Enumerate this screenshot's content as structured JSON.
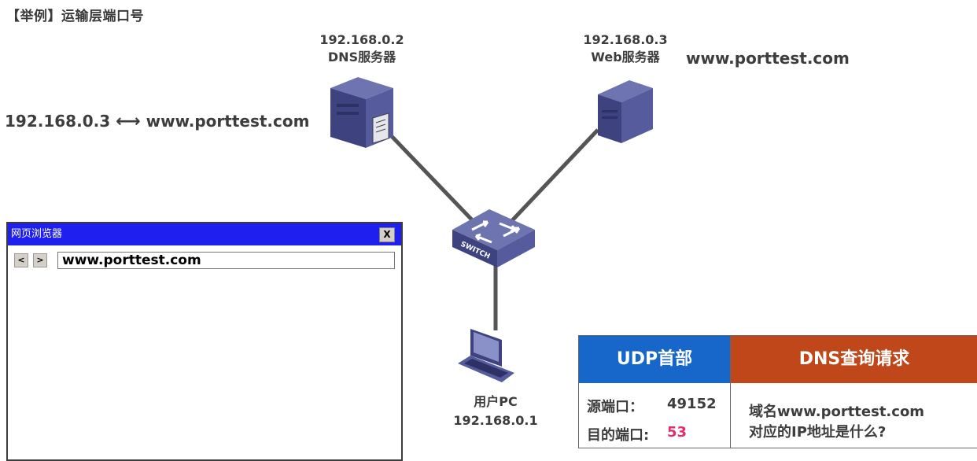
{
  "title": "【举例】运输层端口号",
  "dns_server": {
    "ip": "192.168.0.2",
    "name": "DNS服务器"
  },
  "web_server": {
    "ip": "192.168.0.3",
    "name": "Web服务器",
    "domain": "www.porttest.com"
  },
  "mapping": {
    "ip": "192.168.0.3",
    "arrow": "⟷",
    "domain": "www.porttest.com"
  },
  "switch": {
    "label": "SWITCH"
  },
  "pc": {
    "name": "用户PC",
    "ip": "192.168.0.1"
  },
  "browser": {
    "title": "网页浏览器",
    "close": "X",
    "back": "<",
    "forward": ">",
    "url": "www.porttest.com"
  },
  "packet": {
    "header_label": "UDP首部",
    "payload_label": "DNS查询请求",
    "src_port_label": "源端口：",
    "src_port": "49152",
    "dst_port_label": "目的端口:",
    "dst_port": "53",
    "payload_text_line1": "域名www.porttest.com",
    "payload_text_line2": "对应的IP地址是什么?"
  },
  "colors": {
    "udp_header": "#1667c9",
    "dns_payload": "#c0471a",
    "highlight": "#e0306a",
    "browser_titlebar": "#1f1ff0"
  }
}
